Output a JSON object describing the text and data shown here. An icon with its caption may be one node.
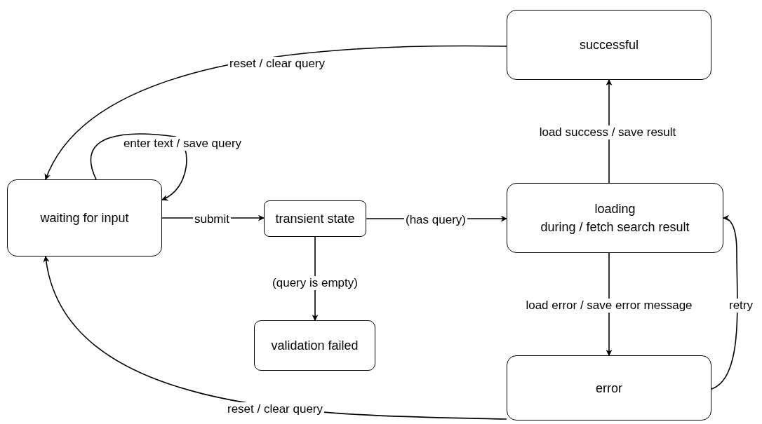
{
  "diagram": {
    "nodes": [
      {
        "text": [
          "waiting for input"
        ]
      },
      {
        "text": [
          "transient state"
        ]
      },
      {
        "text": [
          "validation failed"
        ]
      },
      {
        "text": [
          "loading",
          "during / fetch search result"
        ]
      },
      {
        "text": [
          "successful"
        ]
      },
      {
        "text": [
          "error"
        ]
      }
    ],
    "edges": [
      {
        "from": 0,
        "to": 0,
        "arrow": "to",
        "label": "enter text / save query"
      },
      {
        "from": 0,
        "to": 1,
        "arrow": "to",
        "label": "submit"
      },
      {
        "from": 1,
        "to": 3,
        "arrow": "to",
        "label": "(has query)"
      },
      {
        "from": 1,
        "to": 2,
        "arrow": "to",
        "label": "(query is empty)"
      },
      {
        "from": 3,
        "to": 4,
        "arrow": "to",
        "label": "load success / save result"
      },
      {
        "from": 3,
        "to": 5,
        "arrow": "to",
        "label": "load error / save error message"
      },
      {
        "from": 5,
        "to": 3,
        "arrow": "to",
        "label": "retry"
      },
      {
        "from": 4,
        "to": 0,
        "arrow": "to",
        "label": "reset / clear query"
      },
      {
        "from": 5,
        "to": 0,
        "arrow": "to",
        "label": "reset / clear query"
      }
    ]
  }
}
